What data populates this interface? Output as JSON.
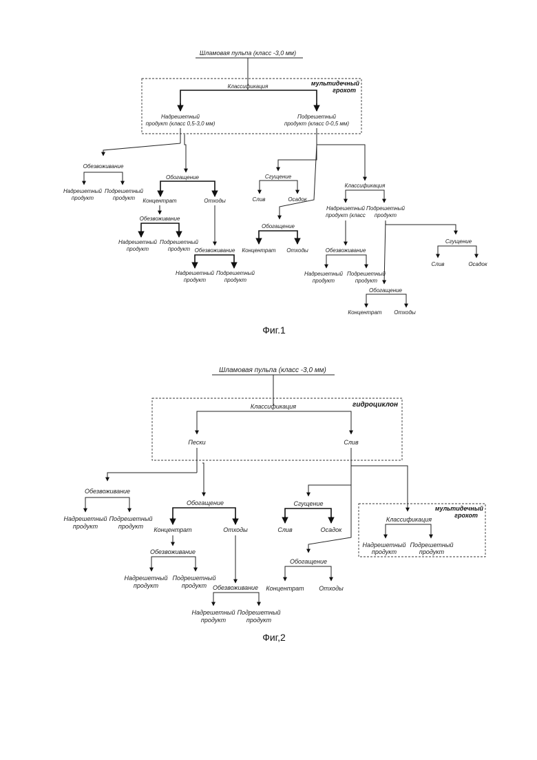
{
  "fig1": {
    "caption": "Фиг.1",
    "feed": "Шламовая пульпа (класс -3,0 мм)",
    "screen_label_1": "мультидечный",
    "screen_label_2": "грохот",
    "classification": "Классификация",
    "oversize_1": "Надрешетный",
    "oversize_2": "продукт (класс 0,5-3,0 мм)",
    "undersize_1": "Подрешетный",
    "undersize_2": "продукт (класс 0-0,5 мм)",
    "dewatering_a": "Обезвоживание",
    "dewatering_a_over_1": "Надрешетный",
    "dewatering_a_over_2": "продукт",
    "dewatering_a_under_1": "Подрешетный",
    "dewatering_a_under_2": "продукт",
    "enrichment_a": "Обогащение",
    "concentrate_a": "Концентрат",
    "tails_a": "Отходы",
    "dewatering_b": "Обезвоживание",
    "dewatering_b_over_1": "Надрешетный",
    "dewatering_b_over_2": "продукт",
    "dewatering_b_under_1": "Подрешетный",
    "dewatering_b_under_2": "продукт",
    "dewatering_c": "Обезвоживание",
    "dewatering_c_over_1": "Надрешетный",
    "dewatering_c_over_2": "продукт",
    "dewatering_c_under_1": "Подрешетный",
    "dewatering_c_under_2": "продукт",
    "thickening_a": "Сгущение",
    "overflow_a": "Слив",
    "sediment_a": "Осадок",
    "enrichment_b": "Обогащение",
    "concentrate_b": "Концентрат",
    "tails_b": "Отходы",
    "classification_b": "Классификация",
    "class_b_over_1": "Надрешетный",
    "class_b_over_2": "продукт (класс",
    "class_b_under_1": "Подрешетный",
    "class_b_under_2": "продукт",
    "dewatering_d": "Обезвоживание",
    "dewatering_d_over_1": "Надрешетный",
    "dewatering_d_over_2": "продукт",
    "dewatering_d_under_1": "Подрешетный",
    "dewatering_d_under_2": "продукт",
    "thickening_b": "Сгущение",
    "overflow_b": "Слив",
    "sediment_b": "Осадок",
    "enrichment_c": "Обогащение",
    "concentrate_c": "Концентрат",
    "tails_c": "Отходы"
  },
  "fig2": {
    "caption": "Фиг,2",
    "feed": "Шламовая пульпа (класс -3,0 мм)",
    "cyclone_label": "гидроциклон",
    "classification": "Классификация",
    "sands": "Пески",
    "overflow": "Слив",
    "dewatering_a": "Обезвоживание",
    "dewatering_a_over_1": "Надрешетный",
    "dewatering_a_over_2": "продукт",
    "dewatering_a_under_1": "Подрешетный",
    "dewatering_a_under_2": "продукт",
    "enrichment_a": "Обогащение",
    "concentrate_a": "Концентрат",
    "tails_a": "Отходы",
    "dewatering_b": "Обезвоживание",
    "dewatering_b_over_1": "Надрешетный",
    "dewatering_b_over_2": "продукт",
    "dewatering_b_under_1": "Подрешетный",
    "dewatering_b_under_2": "продукт",
    "dewatering_c": "Обезвоживание",
    "dewatering_c_over_1": "Надрешетный",
    "dewatering_c_over_2": "продукт",
    "dewatering_c_under_1": "Подрешетный",
    "dewatering_c_under_2": "продукт",
    "thickening": "Сгущение",
    "overflow_b": "Слив",
    "sediment": "Осадок",
    "enrichment_b": "Обогащение",
    "concentrate_b": "Концентрат",
    "tails_b": "Отходы",
    "screen_label_1": "мультидечный",
    "screen_label_2": "грохот",
    "classification_b": "Классификация",
    "class_b_over_1": "Надрешетный",
    "class_b_over_2": "продукт",
    "class_b_under_1": "Подрешетный",
    "class_b_under_2": "продукт"
  }
}
